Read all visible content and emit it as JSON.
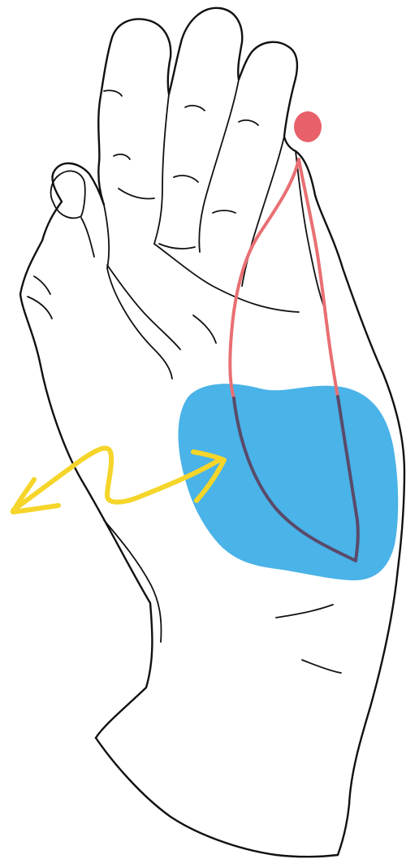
{
  "colors": {
    "background": "#ffffff",
    "outline": "#111111",
    "palm_region": "#4ab3e8",
    "tendon_line": "#e86f73",
    "tendon_overlap": "#5a4a6a",
    "fingertip_marker": "#e86069",
    "motion_arrow": "#f5d52a"
  },
  "icons": {
    "hand": "open-palm-hand-drawing",
    "palm_region": "blue-blob",
    "tendon": "red-lens-outline",
    "marker": "red-dot",
    "arrow": "yellow-zigzag-double-arrow"
  }
}
